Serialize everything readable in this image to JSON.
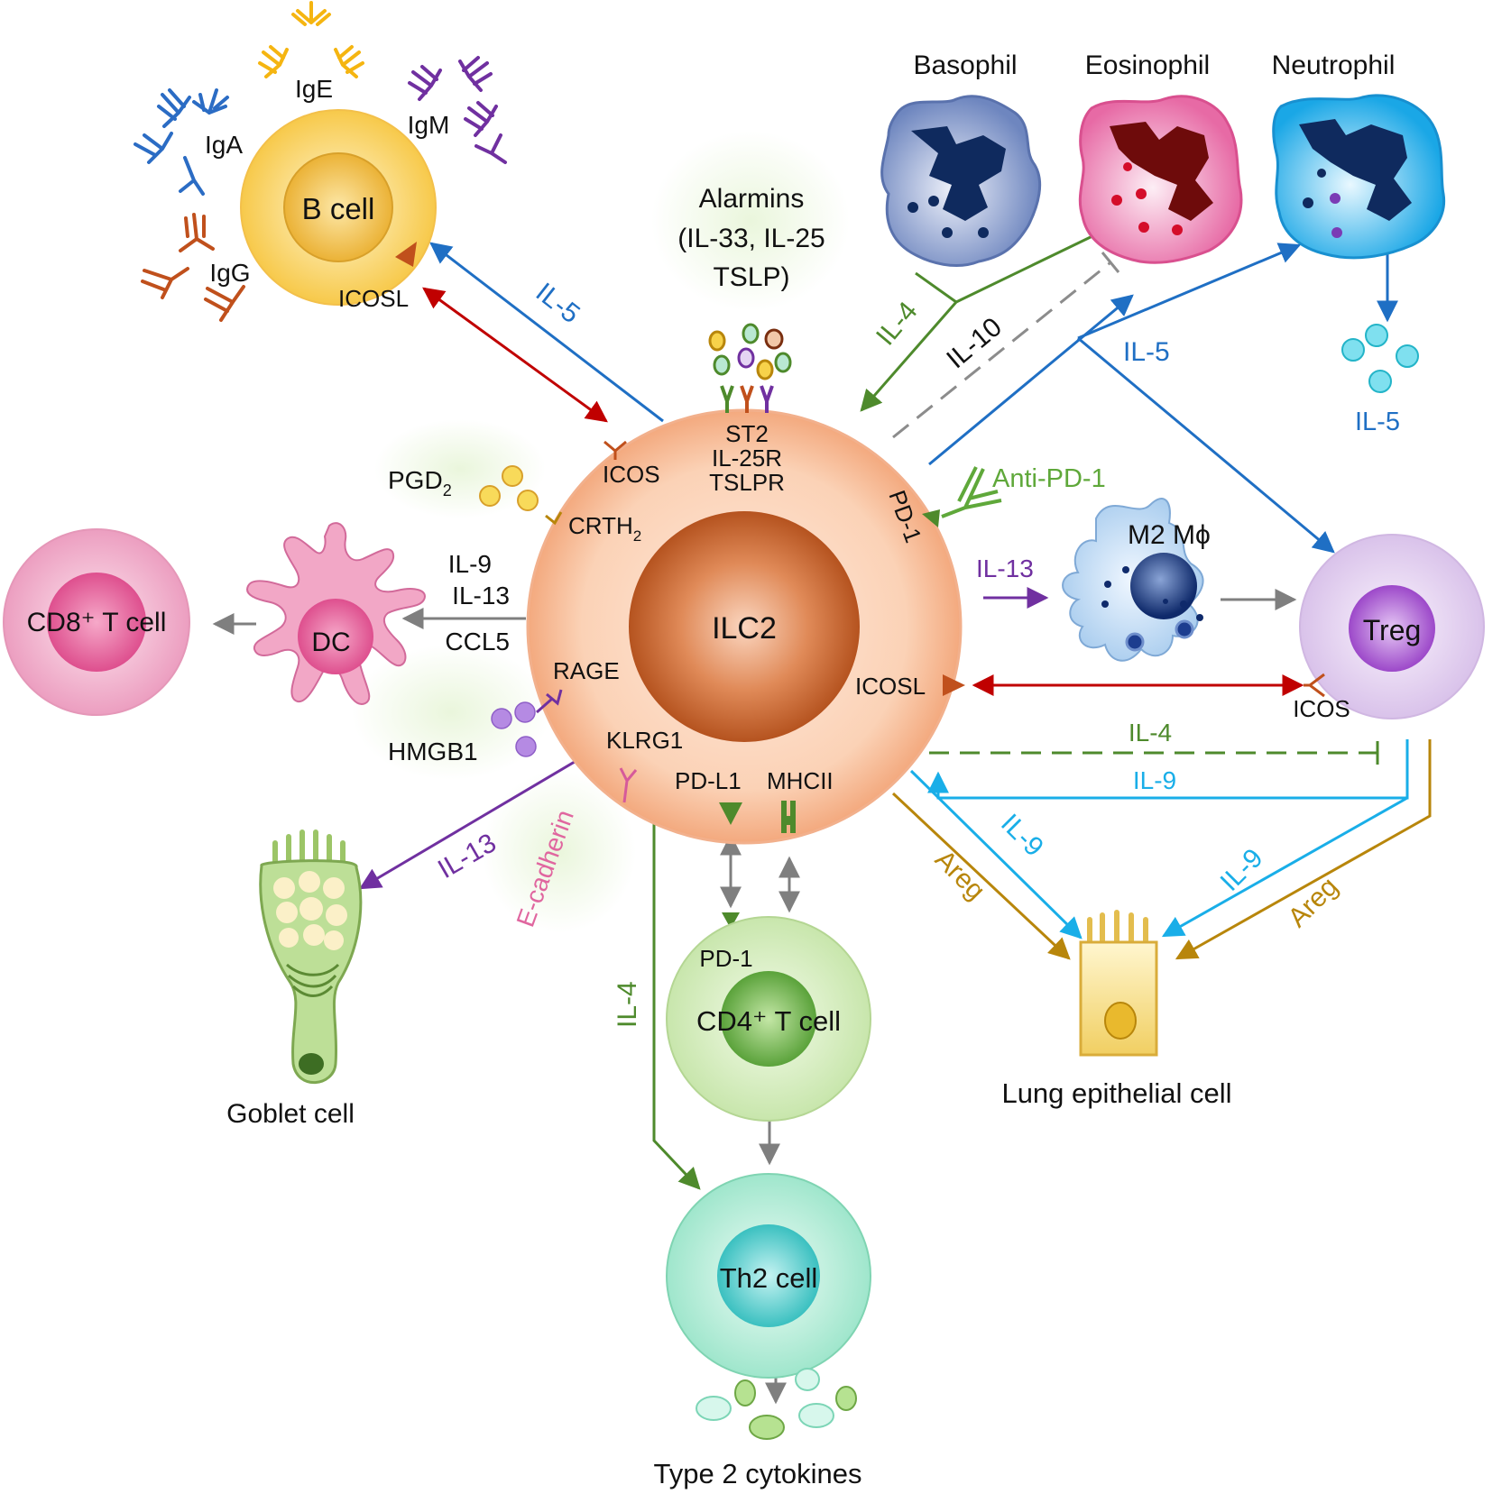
{
  "colors": {
    "blue": "#1f6fc4",
    "red": "#c00000",
    "green": "#4e8a2c",
    "purple": "#7030a0",
    "gray": "#7f7f7f",
    "cyan": "#19aee8",
    "gold": "#b8860b",
    "pink": "#d65a9a",
    "brown": "#c0501c"
  },
  "cells": {
    "ilc2": "ILC2",
    "bcell": "B cell",
    "cd8": "CD8⁺ T cell",
    "dc": "DC",
    "treg": "Treg",
    "cd4": "CD4⁺ T cell",
    "th2": "Th2 cell",
    "m2": "M2 Mϕ",
    "basophil": "Basophil",
    "eosinophil": "Eosinophil",
    "neutrophil": "Neutrophil",
    "goblet": "Goblet cell",
    "lung": "Lung epithelial cell"
  },
  "antibodies": {
    "ige": "IgE",
    "igm": "IgM",
    "iga": "IgA",
    "igg": "IgG"
  },
  "receptors": {
    "icosl_b": "ICOSL",
    "icos": "ICOS",
    "st2": "ST2",
    "il25r": "IL-25R",
    "tslpr": "TSLPR",
    "crth2": "CRTH",
    "crth2_sub": "2",
    "pd1": "PD-1",
    "rage": "RAGE",
    "klrg1": "KLRG1",
    "pdl1": "PD-L1",
    "mhcii": "MHCII",
    "icosl": "ICOSL",
    "icos_treg": "ICOS",
    "pd1_cd4": "PD-1"
  },
  "ligands": {
    "alarmins_1": "Alarmins",
    "alarmins_2": "(IL-33, IL-25",
    "alarmins_3": "TSLP)",
    "pgd2": "PGD",
    "pgd2_sub": "2",
    "hmgb1": "HMGB1",
    "anti_pd1": "Anti-PD-1",
    "ecadherin": "E-cadherin",
    "type2": "Type 2 cytokines"
  },
  "signals": {
    "il5_b": "IL-5",
    "il4_baso": "IL-4",
    "il10": "IL-10",
    "il5_right": "IL-5",
    "il5_neut": "IL-5",
    "il9": "IL-9",
    "il13_dc": "IL-13",
    "ccl5": "CCL5",
    "il13_m2": "IL-13",
    "il4_treg": "IL-4",
    "il9_treg": "IL-9",
    "il9_lung1": "IL-9",
    "il9_lung2": "IL-9",
    "areg1": "Areg",
    "areg2": "Areg",
    "il13_goblet": "IL-13",
    "il4_th2": "IL-4"
  }
}
